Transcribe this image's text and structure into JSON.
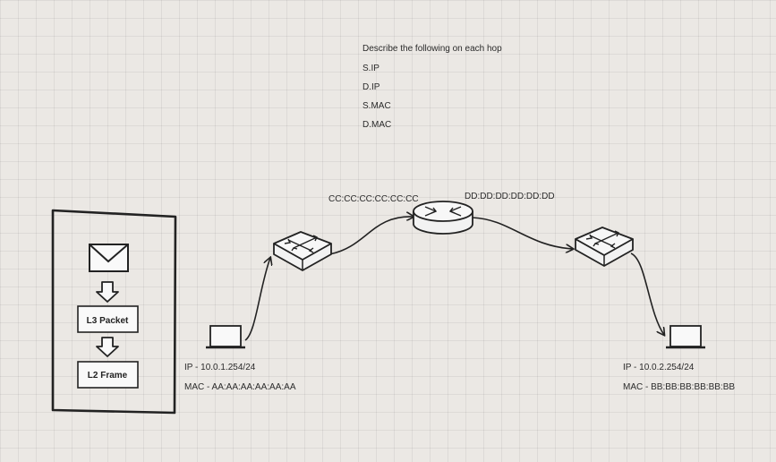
{
  "instructions": {
    "heading": "Describe the following on each hop",
    "items": [
      "S.IP",
      "D.IP",
      "S.MAC",
      "D.MAC"
    ]
  },
  "legend": {
    "step1": "L3 Packet",
    "step2": "L2 Frame"
  },
  "router": {
    "left_mac": "CC:CC:CC:CC:CC:CC",
    "right_mac": "DD:DD:DD:DD:DD:DD"
  },
  "host_left": {
    "ip": "IP - 10.0.1.254/24",
    "mac": "MAC - AA:AA:AA:AA:AA:AA"
  },
  "host_right": {
    "ip": "IP - 10.0.2.254/24",
    "mac": "MAC - BB:BB:BB:BB:BB:BB"
  },
  "colors": {
    "background": "#ebe8e4",
    "stroke": "#222222",
    "device_fill": "#f7f7f7"
  },
  "icons": [
    "envelope-icon",
    "arrow-down-icon",
    "laptop-icon",
    "switch-icon",
    "router-icon"
  ]
}
